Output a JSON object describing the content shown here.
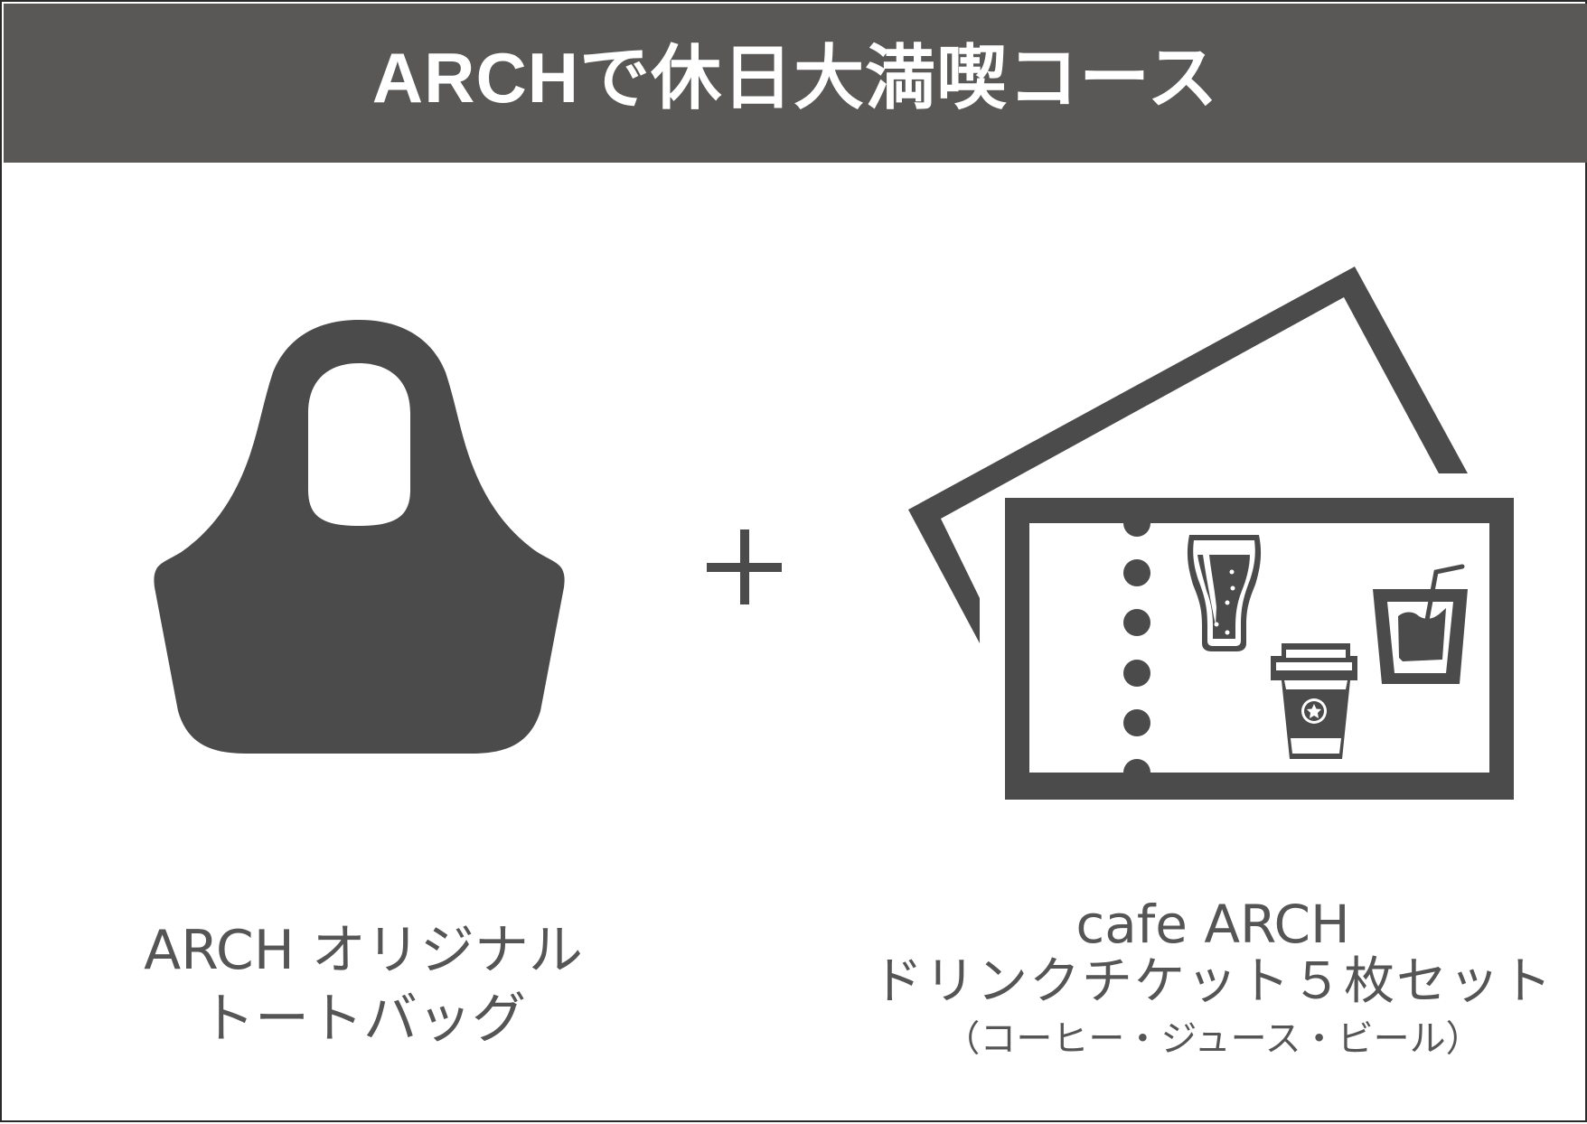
{
  "header": {
    "title": "ARCHで休日大満喫コース",
    "background_color": "#595857",
    "text_color": "#ffffff"
  },
  "items": [
    {
      "icon": "tote-bag-icon",
      "caption_lines": [
        "ARCH オリジナル",
        "トートバッグ"
      ]
    },
    {
      "icon": "drink-tickets-icon",
      "caption_lines": [
        "cafe ARCH",
        "ドリンクチケット５枚セット",
        "（コーヒー・ジュース・ビール）"
      ],
      "ticket_drinks": [
        "beer-glass-icon",
        "coffee-cup-icon",
        "juice-cup-icon"
      ]
    }
  ],
  "connector": {
    "symbol": "plus-icon"
  },
  "colors": {
    "icon": "#4b4b4b",
    "caption_text": "#555555",
    "background": "#ffffff"
  }
}
